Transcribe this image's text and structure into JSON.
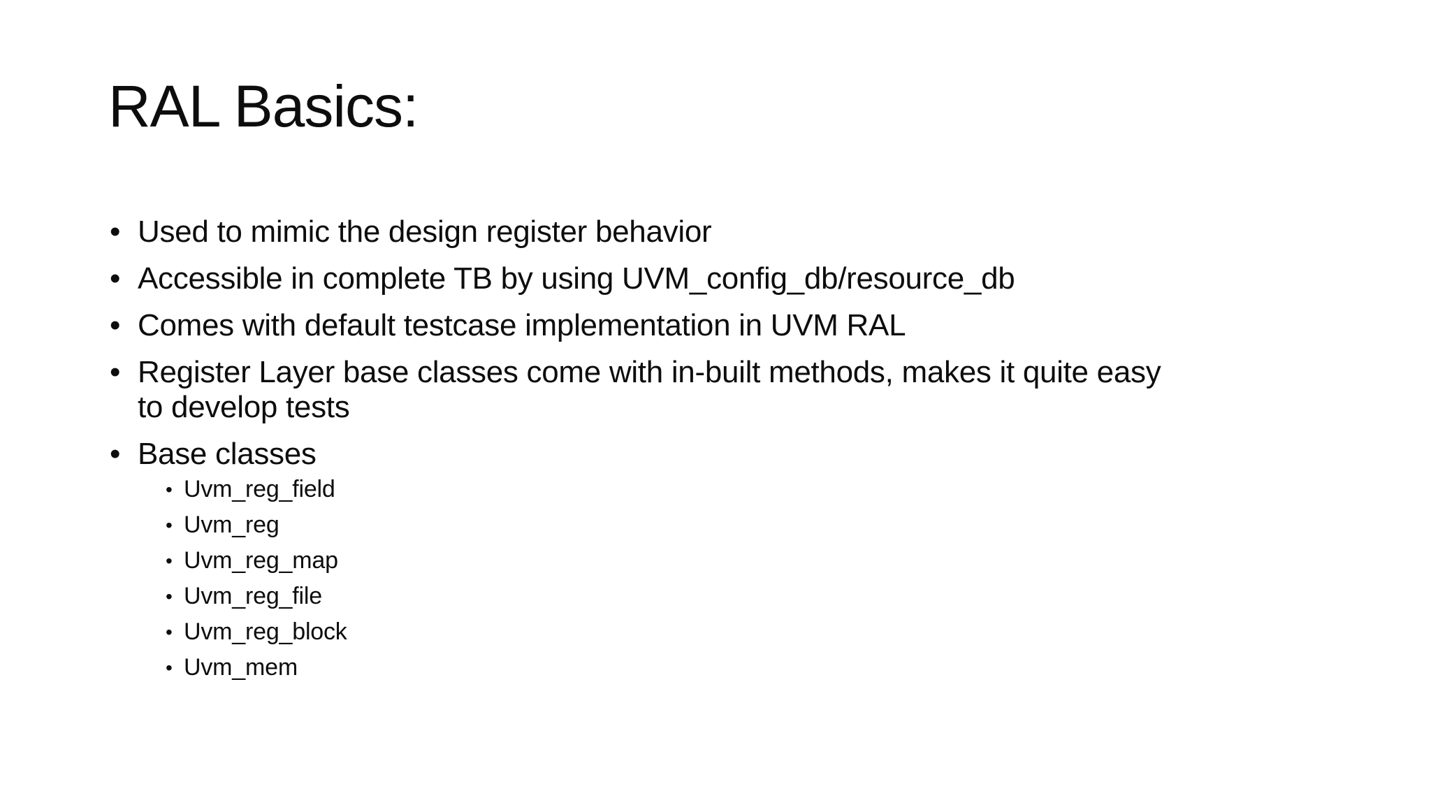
{
  "slide": {
    "title": "RAL Basics:",
    "bullet_char": "•",
    "background_color": "#ffffff",
    "text_color": "#0d0d0d",
    "bullets": [
      {
        "text": "Used to mimic the design register behavior"
      },
      {
        "text": "Accessible in complete TB by using UVM_config_db/resource_db"
      },
      {
        "text": "Comes with default testcase implementation in UVM RAL"
      },
      {
        "text": "Register Layer base classes come with in-built methods, makes it quite easy to develop tests"
      },
      {
        "text": "Base classes"
      }
    ],
    "sub_bullets": [
      "Uvm_reg_field",
      "Uvm_reg",
      "Uvm_reg_map",
      "Uvm_reg_file",
      "Uvm_reg_block",
      "Uvm_mem"
    ]
  }
}
